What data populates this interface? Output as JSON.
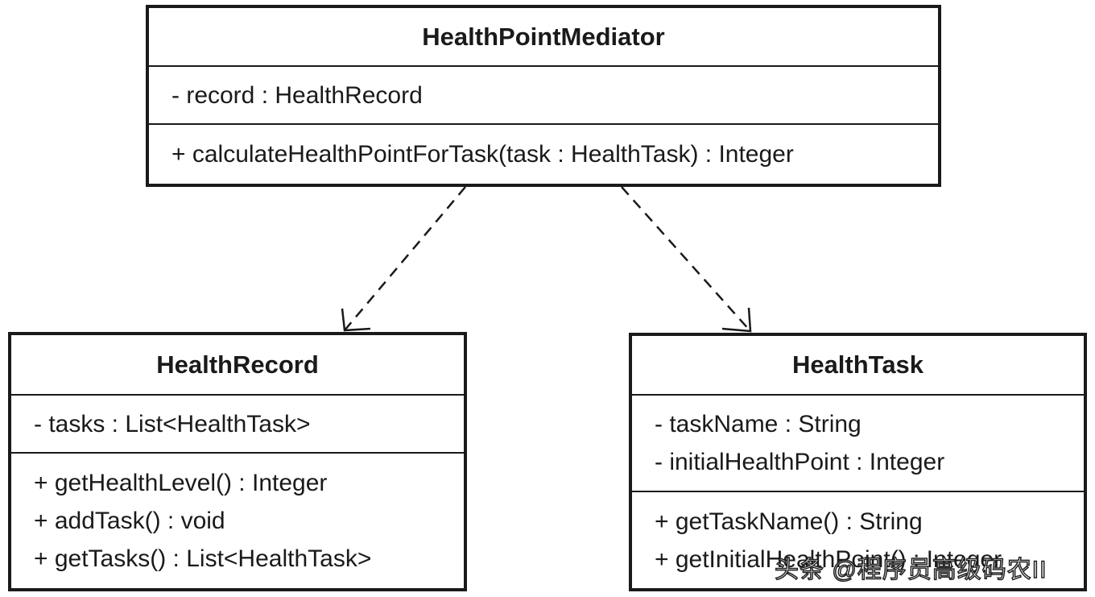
{
  "classes": {
    "mediator": {
      "name": "HealthPointMediator",
      "attributes": [
        "- record : HealthRecord"
      ],
      "operations": [
        "+ calculateHealthPointForTask(task : HealthTask) : Integer"
      ]
    },
    "record": {
      "name": "HealthRecord",
      "attributes": [
        "- tasks : List<HealthTask>"
      ],
      "operations": [
        "+ getHealthLevel() : Integer",
        "+ addTask() : void",
        "+ getTasks() : List<HealthTask>"
      ]
    },
    "task": {
      "name": "HealthTask",
      "attributes": [
        "- taskName : String",
        "- initialHealthPoint : Integer"
      ],
      "operations": [
        "+ getTaskName() : String",
        "+ getInitialHealthPoint() : Integer"
      ]
    }
  },
  "relations": [
    {
      "from": "HealthPointMediator",
      "to": "HealthRecord",
      "type": "dependency"
    },
    {
      "from": "HealthPointMediator",
      "to": "HealthTask",
      "type": "dependency"
    }
  ],
  "watermark": "头条 @程序员高级码农II",
  "colors": {
    "line": "#1a1a1a",
    "background": "#ffffff"
  }
}
